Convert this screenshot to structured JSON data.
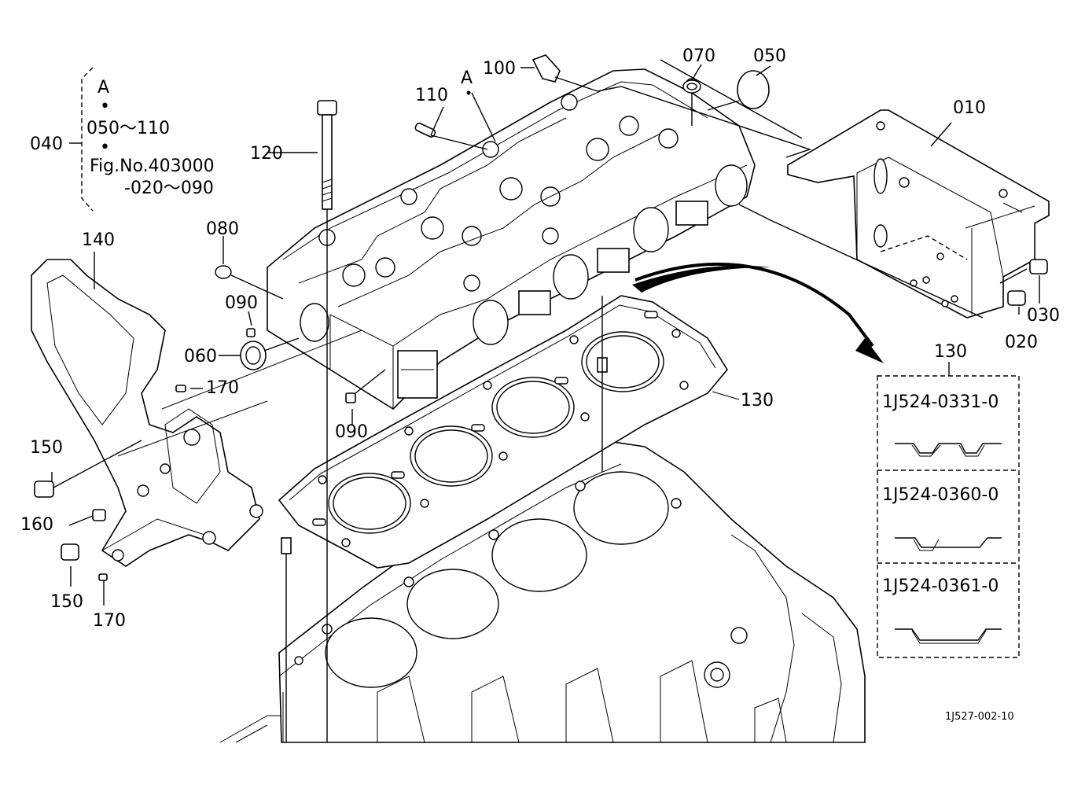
{
  "drawing_number": "1J527-002-10",
  "callouts": {
    "p010": "010",
    "p020": "020",
    "p030": "030",
    "p040": "040",
    "p050": "050",
    "p060": "060",
    "p070": "070",
    "p080": "080",
    "p090a": "090",
    "p090b": "090",
    "p100": "100",
    "p110": "110",
    "p120": "120",
    "p130": "130",
    "p140": "140",
    "p150a": "150",
    "p150b": "150",
    "p160": "160",
    "p170a": "170",
    "p170b": "170",
    "ref_a": "A"
  },
  "assembly_note": {
    "ref": "A",
    "dot1": "•",
    "range": "050～110",
    "dot2": "•",
    "fig": "Fig.No.403000",
    "fig_range": "-020～090"
  },
  "gasket_table": {
    "title": "130",
    "rows": [
      {
        "part_no": "1J524-0331-0"
      },
      {
        "part_no": "1J524-0360-0"
      },
      {
        "part_no": "1J524-0361-0"
      }
    ]
  }
}
